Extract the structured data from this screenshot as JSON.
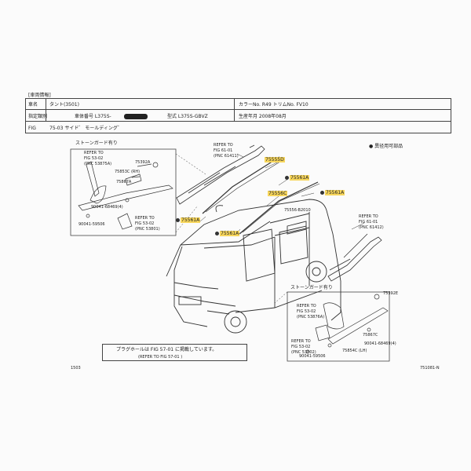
{
  "header": {
    "section_title": "[車両情報]",
    "model_label": "車名",
    "model_value": "タント(3501)",
    "color_label": "カラーNo. R49 トリムNo. FV10",
    "spec_label": "指定類別",
    "chassis_label": "車体番号 L375S-",
    "type_label": "型式 L375S-GBVZ",
    "production_label": "生産年月 2008年08月",
    "fig_label": "FIG",
    "fig_value": "75-03 サイド゛ モールディング゛"
  },
  "legend": {
    "non_supply": "● 異径用可部品"
  },
  "inset_left": {
    "title": "ストーンガード有り",
    "refer1": "REFER TO\nFIG 53-02\n(PNC 53875A)",
    "refer2": "REFER TO\nFIG 53-02\n(PNC 53801)",
    "parts": [
      "75392A",
      "75853C (RH)",
      "75867A",
      "90041-68469(4)",
      "90041-59506"
    ]
  },
  "inset_right": {
    "title": "ストーンガード有り",
    "refer1": "REFER TO\nFIG 53-02\n(PNC 53876A)",
    "refer2": "REFER TO\nFIG 53-02\n(PNC 53802)",
    "parts": [
      "75392E",
      "75867C",
      "90041-68469(4)",
      "75854C (LH)",
      "90041-59506"
    ]
  },
  "refs": {
    "top": "REFER TO\nFIG 61-01\n(PNC 61411)",
    "right": "REFER TO\nFIG 61-01\n(PNC 61412)"
  },
  "callouts": {
    "p75555D": "75555D",
    "p75561A_1": "75561A",
    "p75561A_2": "75561A",
    "p75561A_3": "75561A",
    "p75561A_4": "75561A",
    "p75556C": "75556C",
    "p75556": "75556-B2010"
  },
  "note": {
    "line1": "プラグホールは FIG 57-01 に掲載しています。",
    "line2": "(REFER TO FIG 57-01 )"
  },
  "footer": {
    "page": "1503",
    "code": "751081-N"
  },
  "colors": {
    "highlight": "#f7d65c",
    "line": "#333333"
  }
}
